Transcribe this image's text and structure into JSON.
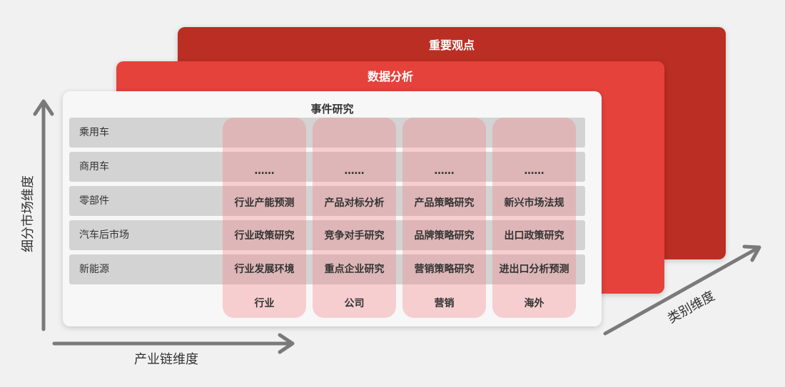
{
  "layers": {
    "back_title": "重要观点",
    "mid_title": "数据分析",
    "front_title": "事件研究"
  },
  "rows": [
    "乘用车",
    "商用车",
    "零部件",
    "汽车后市场",
    "新能源"
  ],
  "columns": [
    {
      "footer": "行业",
      "cells": [
        "",
        "……",
        "行业产能预测",
        "行业政策研究",
        "行业发展环境"
      ]
    },
    {
      "footer": "公司",
      "cells": [
        "",
        "……",
        "产品对标分析",
        "竞争对手研究",
        "重点企业研究"
      ]
    },
    {
      "footer": "营销",
      "cells": [
        "",
        "……",
        "产品策略研究",
        "品牌策略研究",
        "营销策略研究"
      ]
    },
    {
      "footer": "海外",
      "cells": [
        "",
        "……",
        "新兴市场法规",
        "出口政策研究",
        "进出口分析预测"
      ]
    }
  ],
  "axes": {
    "vertical": "细分市场维度",
    "horizontal": "产业链维度",
    "diagonal": "类别维度"
  },
  "colors": {
    "back_layer": "#bb2e23",
    "mid_layer": "#e4423a",
    "front_layer": "#f7f7f8",
    "row_band": "#d3d3d3",
    "column_overlay": "#f48085",
    "axis": "#7a7a7a"
  }
}
